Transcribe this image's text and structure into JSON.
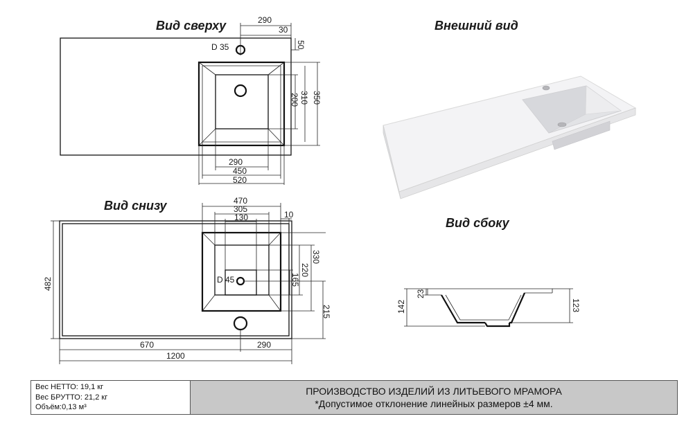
{
  "views": {
    "top": {
      "title": "Вид сверху"
    },
    "exterior": {
      "title": "Внешний вид"
    },
    "bottom": {
      "title": "Вид снизу"
    },
    "side": {
      "title": "Вид сбоку"
    }
  },
  "dimensions": {
    "top": {
      "d290_top": "290",
      "d30": "30",
      "d50": "50",
      "hole": "D 35",
      "d350": "350",
      "d310": "310",
      "d200": "200",
      "d290_bottom": "290",
      "d450": "450",
      "d520": "520"
    },
    "bottom": {
      "d470": "470",
      "d305": "305",
      "d130": "130",
      "d10": "10",
      "d330": "330",
      "d220": "220",
      "d165": "165",
      "d215": "215",
      "hole": "D 45",
      "d482": "482",
      "d670": "670",
      "d290": "290",
      "d1200": "1200"
    },
    "side": {
      "d142": "142",
      "d23": "23",
      "d123": "123"
    }
  },
  "footer": {
    "net_weight": "Вес НЕТТО: 19,1 кг",
    "gross_weight": "Вес БРУТТО: 21,2 кг",
    "volume": "Объём:0,13 м³",
    "line1": "ПРОИЗВОДСТВО ИЗДЕЛИЙ ИЗ ЛИТЬЕВОГО МРАМОРА",
    "line2": "*Допустимое отклонение линейных размеров ±4 мм."
  }
}
